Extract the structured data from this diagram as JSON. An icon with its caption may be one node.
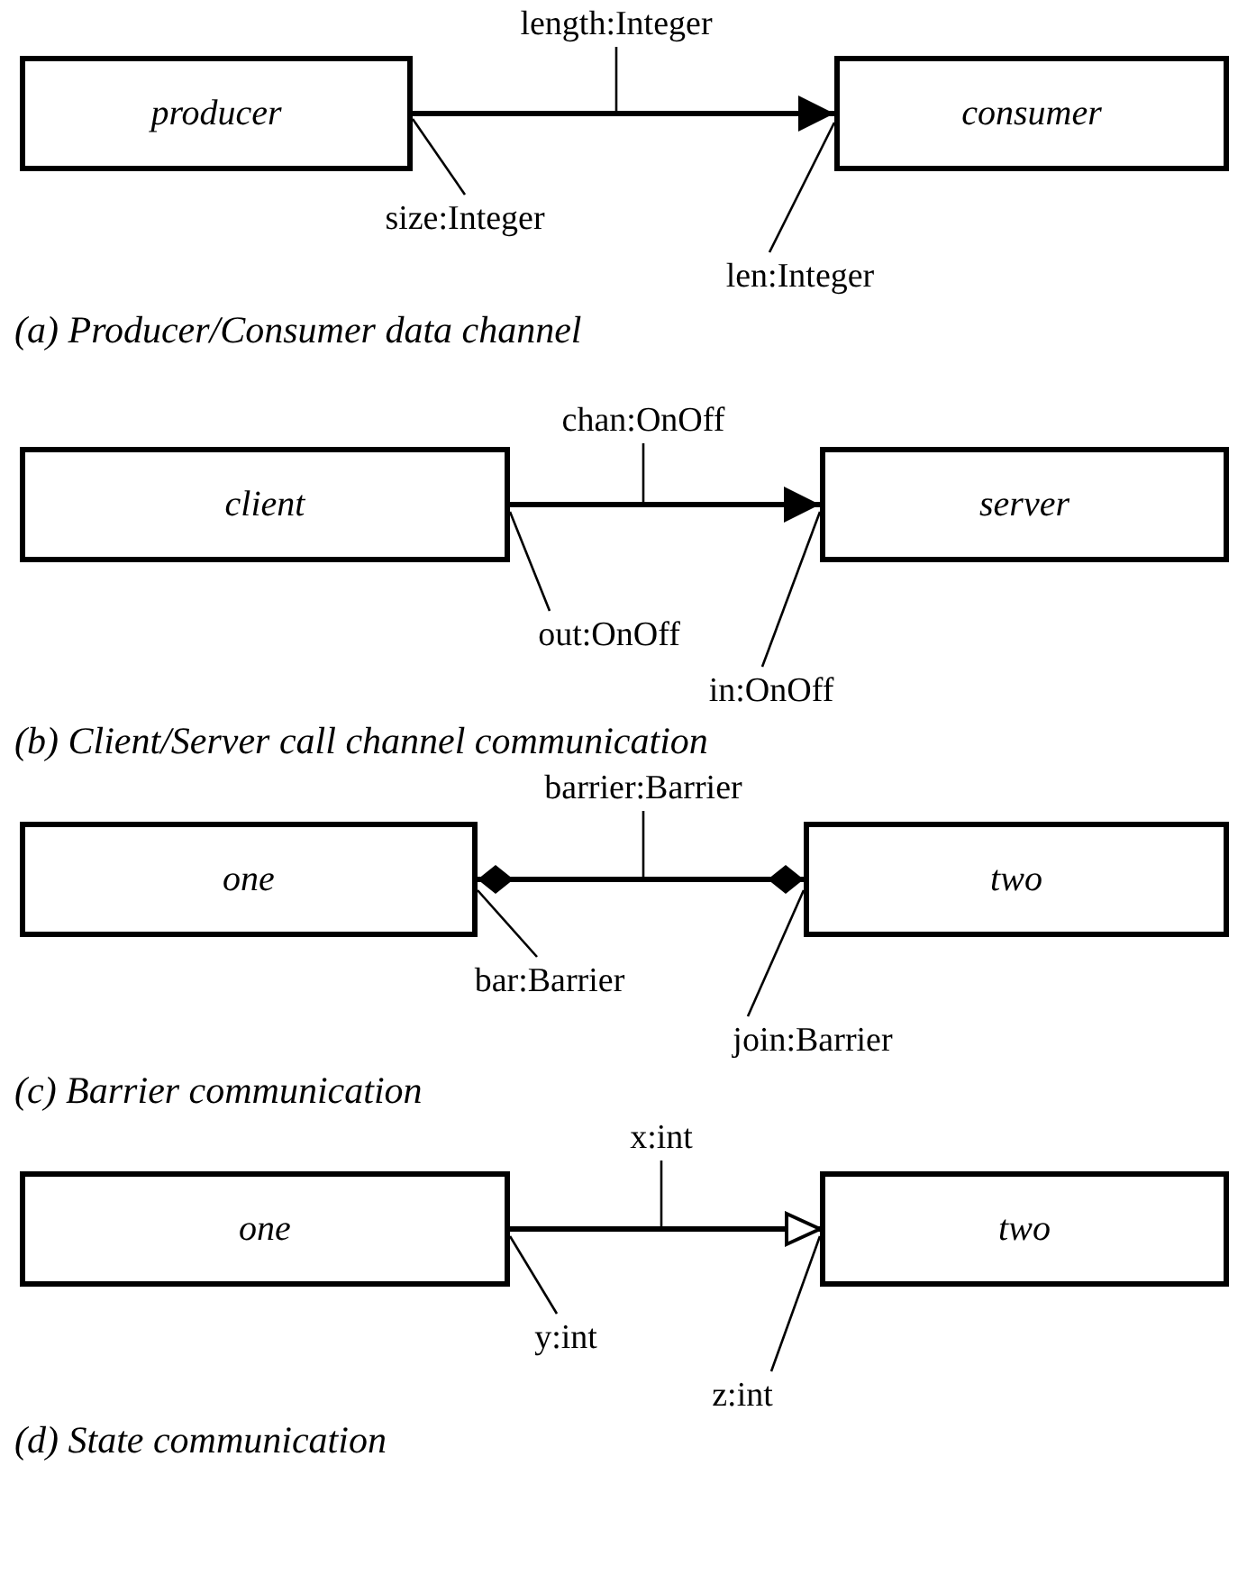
{
  "diagram": {
    "nodes": [
      {
        "text": [
          "producer"
        ]
      },
      {
        "text": [
          "consumer"
        ]
      },
      {
        "text": [
          "length:Integer"
        ]
      },
      {
        "text": [
          "size:Integer"
        ]
      },
      {
        "text": [
          "len:Integer"
        ]
      },
      {
        "text": [
          "client"
        ]
      },
      {
        "text": [
          "server"
        ]
      },
      {
        "text": [
          "chan:OnOff"
        ]
      },
      {
        "text": [
          "out:OnOff"
        ]
      },
      {
        "text": [
          "in:OnOff"
        ]
      },
      {
        "text": [
          "one"
        ]
      },
      {
        "text": [
          "two"
        ]
      },
      {
        "text": [
          "barrier:Barrier"
        ]
      },
      {
        "text": [
          "bar:Barrier"
        ]
      },
      {
        "text": [
          "join:Barrier"
        ]
      },
      {
        "text": [
          "one"
        ]
      },
      {
        "text": [
          "two"
        ]
      },
      {
        "text": [
          "x:int"
        ]
      },
      {
        "text": [
          "y:int"
        ]
      },
      {
        "text": [
          "z:int"
        ]
      }
    ],
    "edges": [
      {
        "from": 0,
        "to": 1,
        "arrow": "to",
        "style": "thick"
      },
      {
        "from": 2,
        "to": null,
        "arrow": "none"
      },
      {
        "from": 3,
        "to": 0,
        "arrow": "none"
      },
      {
        "from": 4,
        "to": 1,
        "arrow": "none"
      },
      {
        "from": 5,
        "to": 6,
        "arrow": "to",
        "style": "thick"
      },
      {
        "from": 7,
        "to": null,
        "arrow": "none"
      },
      {
        "from": 8,
        "to": 5,
        "arrow": "none"
      },
      {
        "from": 9,
        "to": 6,
        "arrow": "none"
      },
      {
        "from": 10,
        "to": 11,
        "arrow": "other",
        "style": "thick"
      },
      {
        "from": 12,
        "to": null,
        "arrow": "none"
      },
      {
        "from": 13,
        "to": 10,
        "arrow": "none"
      },
      {
        "from": 14,
        "to": 11,
        "arrow": "none"
      },
      {
        "from": 15,
        "to": 16,
        "arrow": "to",
        "style": "thick"
      },
      {
        "from": 17,
        "to": null,
        "arrow": "none"
      },
      {
        "from": 18,
        "to": 15,
        "arrow": "none"
      },
      {
        "from": 19,
        "to": 16,
        "arrow": "none"
      }
    ],
    "labels": [
      "(a) Producer/Consumer data channel",
      "(b) Client/Server call channel communication",
      "(c) Barrier communication",
      "(d) State communication"
    ]
  }
}
